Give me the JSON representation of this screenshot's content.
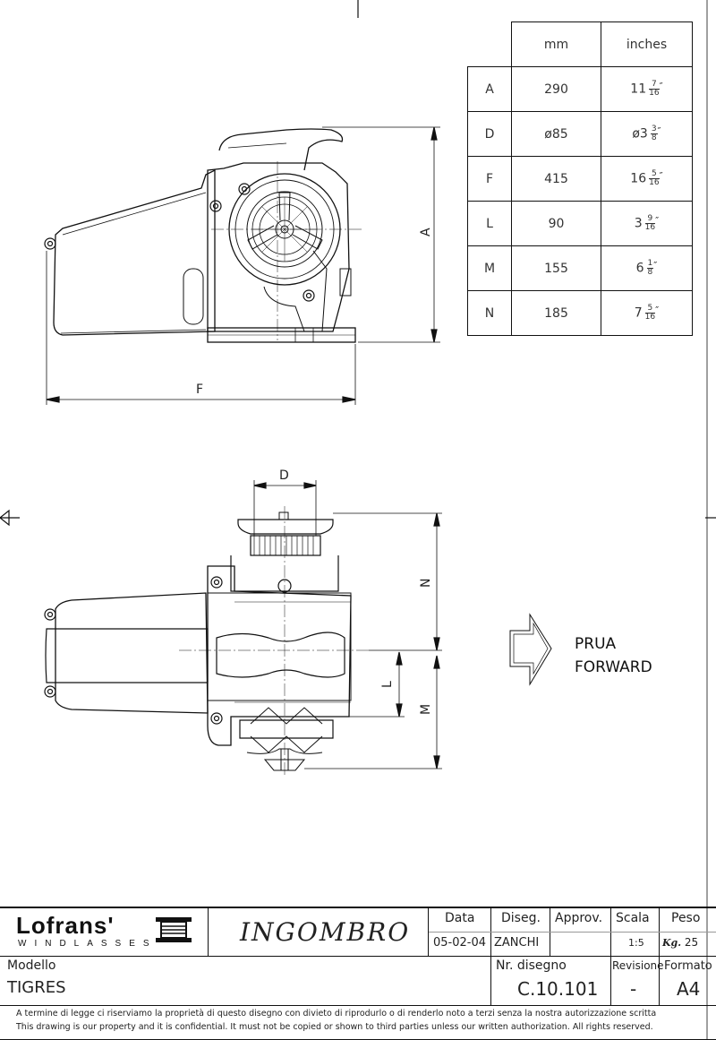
{
  "table": {
    "header": [
      "",
      "mm",
      "inches"
    ],
    "rows": [
      {
        "key": "A",
        "mm": "290",
        "whole": "11",
        "num": "7",
        "den": "16"
      },
      {
        "key": "D",
        "mm": "ø85",
        "whole": "ø3",
        "num": "3",
        "den": "8"
      },
      {
        "key": "F",
        "mm": "415",
        "whole": "16",
        "num": "5",
        "den": "16"
      },
      {
        "key": "L",
        "mm": "90",
        "whole": "3",
        "num": "9",
        "den": "16"
      },
      {
        "key": "M",
        "mm": "155",
        "whole": "6",
        "num": "1",
        "den": "8"
      },
      {
        "key": "N",
        "mm": "185",
        "whole": "7",
        "num": "5",
        "den": "16"
      }
    ]
  },
  "dimensions": {
    "A": "A",
    "F": "F",
    "D": "D",
    "N": "N",
    "L": "L",
    "M": "M"
  },
  "direction": {
    "line1": "PRUA",
    "line2": "FORWARD"
  },
  "title_block": {
    "logo": "Lofrans'",
    "logo_sub": "WINDLASSES",
    "title": "INGOMBRO",
    "data_label": "Data",
    "data_value": "05-02-04",
    "diseg_label": "Diseg.",
    "diseg_value": "ZANCHI",
    "approv_label": "Approv.",
    "scala_label": "Scala",
    "scala_value": "1:5",
    "peso_label": "Peso",
    "peso_unit": "Kg.",
    "peso_value": "25",
    "modello_label": "Modello",
    "modello_value": "TIGRES",
    "nr_label": "Nr. disegno",
    "nr_value": "C.10.101",
    "revisione_label": "Revisione",
    "revisione_value": "-",
    "formato_label": "Formato",
    "formato_value": "A4",
    "notice_it": "A termine di legge ci riserviamo la proprietà di questo disegno con divieto di riprodurlo o di renderlo noto a terzi senza la nostra autorizzazione scritta",
    "notice_en": "This drawing is our property and it is confidential. It must not be copied or shown to third parties unless our written authorization. All rights reserved."
  }
}
